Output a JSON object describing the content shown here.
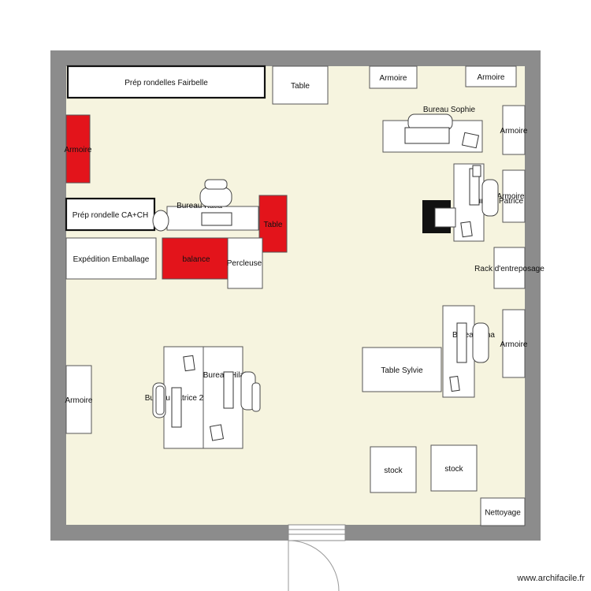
{
  "colors": {
    "wall": "#8c8c8c",
    "floor": "#f6f4df",
    "furniture": "#ffffff",
    "highlight": "#e3141b",
    "outline": "#555555"
  },
  "rooms": [
    {
      "id": "prep-fairbelle",
      "label": "Prép rondelles Fairbelle",
      "kind": "worktable-bold"
    },
    {
      "id": "table-top",
      "label": "Table",
      "kind": "table"
    },
    {
      "id": "armoire-top-1",
      "label": "Armoire",
      "kind": "cabinet"
    },
    {
      "id": "armoire-top-2",
      "label": "Armoire",
      "kind": "cabinet"
    },
    {
      "id": "armoire-left-red",
      "label": "Armoire",
      "kind": "cabinet-red"
    },
    {
      "id": "prep-ca-ch",
      "label": "Prép rondelle CA+CH",
      "kind": "worktable-bold"
    },
    {
      "id": "bureau-katia",
      "label": "Bureau Katia",
      "kind": "desk"
    },
    {
      "id": "table-red",
      "label": "Table",
      "kind": "table-red"
    },
    {
      "id": "expedition",
      "label": "Expédition Emballage",
      "kind": "worktable"
    },
    {
      "id": "balance",
      "label": "balance",
      "kind": "table-red"
    },
    {
      "id": "percleuse",
      "label": "Percleuse",
      "kind": "worktable"
    },
    {
      "id": "bureau-sophie",
      "label": "Bureau Sophie",
      "kind": "desk"
    },
    {
      "id": "armoire-right-1",
      "label": "Armoire",
      "kind": "cabinet"
    },
    {
      "id": "armoire-right-2",
      "label": "Armoire",
      "kind": "cabinet"
    },
    {
      "id": "bureau-patrice",
      "label": "Bureau Patrice",
      "kind": "desk"
    },
    {
      "id": "rack",
      "label": "Rack d'entreposage",
      "kind": "rack"
    },
    {
      "id": "bureau-lina",
      "label": "Bureau Lina",
      "kind": "desk"
    },
    {
      "id": "armoire-right-3",
      "label": "Armoire",
      "kind": "cabinet"
    },
    {
      "id": "table-sylvie",
      "label": "Table Sylvie",
      "kind": "table"
    },
    {
      "id": "armoire-left-bottom",
      "label": "Armoire",
      "kind": "cabinet"
    },
    {
      "id": "bureau-patrice-2",
      "label": "Bureau Patrice 2",
      "kind": "desk"
    },
    {
      "id": "bureau-hilal",
      "label": "Bureau Hilal",
      "kind": "desk"
    },
    {
      "id": "stock-1",
      "label": "stock",
      "kind": "storage"
    },
    {
      "id": "stock-2",
      "label": "stock",
      "kind": "storage"
    },
    {
      "id": "nettoyage",
      "label": "Nettoyage",
      "kind": "storage"
    }
  ],
  "credit": "www.archifacile.fr"
}
